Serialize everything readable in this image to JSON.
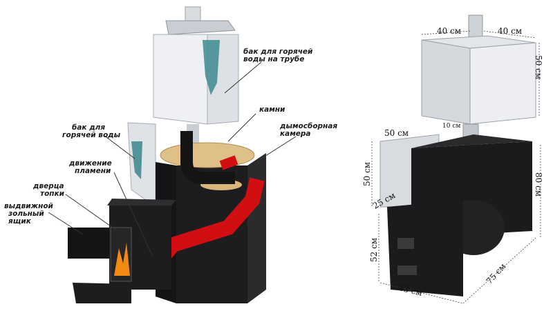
{
  "left_diagram": {
    "labels": {
      "hot_water_tank_pipe": [
        "бак для горячей",
        "воды на трубе"
      ],
      "stones": "камни",
      "smoke_chamber": [
        "дымосборная",
        "камера"
      ],
      "hot_water_tank": [
        "бак для",
        "горячей воды"
      ],
      "flame_movement": [
        "движение",
        "пламени"
      ],
      "firebox_door": [
        "дверца",
        "топки"
      ],
      "ash_drawer": [
        "выдвижной",
        "зольный",
        "ящик"
      ]
    }
  },
  "right_diagram": {
    "dimensions": {
      "tank_width": "40 см",
      "tank_depth": "40 см",
      "tank_height": "50 см",
      "pipe_gap": "10 см",
      "body_top": "50 см",
      "body_side": "50 см",
      "body_height": "80 см",
      "door_offset": "25 см",
      "firebox_height": "52 см",
      "base_width": "43 см",
      "base_length": "75 см"
    }
  }
}
